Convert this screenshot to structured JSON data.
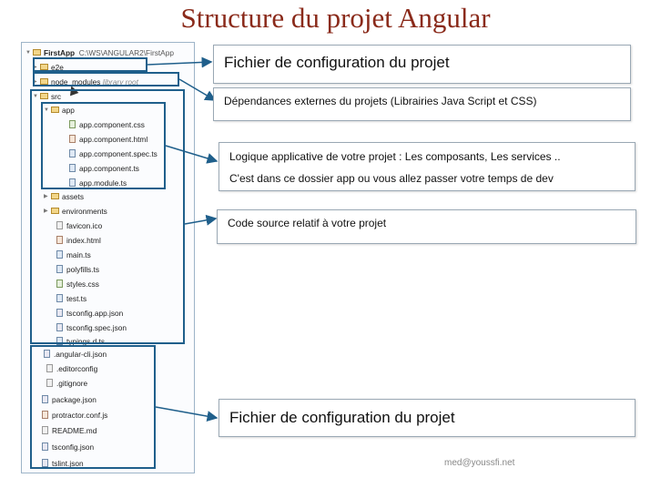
{
  "title": "Structure du projet Angular",
  "tree": {
    "root": {
      "name": "FirstApp",
      "path": "C:\\WS\\ANGULAR2\\FirstApp"
    },
    "e2e": "e2e",
    "node_modules": {
      "name": "node_modules",
      "tag": "library root"
    },
    "src": "src",
    "app": "app",
    "app_files": [
      "app.component.css",
      "app.component.html",
      "app.component.spec.ts",
      "app.component.ts",
      "app.module.ts"
    ],
    "src_folders": [
      "assets",
      "environments"
    ],
    "src_files": [
      "favicon.ico",
      "index.html",
      "main.ts",
      "polyfills.ts",
      "styles.css",
      "test.ts",
      "tsconfig.app.json",
      "tsconfig.spec.json",
      "typings.d.ts"
    ],
    "root_files": [
      ".angular-cli.json",
      ".editorconfig",
      ".gitignore",
      "package.json",
      "protractor.conf.js",
      "README.md",
      "tsconfig.json",
      "tslint.json"
    ]
  },
  "callouts": {
    "config_top": "Fichier de configuration du projet",
    "deps": "Dépendances externes du projets (Librairies Java Script et CSS)",
    "app_line1": "Logique applicative de votre projet : Les composants, Les services ..",
    "app_line2": "C'est dans ce dossier app ou vous allez passer votre temps de dev",
    "src": "Code source relatif à votre projet",
    "config_bottom": "Fichier de configuration du projet"
  },
  "footer": "med@youssfi.net",
  "colors": {
    "title": "#8a2a1a",
    "highlight": "#1f5f8b",
    "panel_border": "#9db4c8"
  }
}
